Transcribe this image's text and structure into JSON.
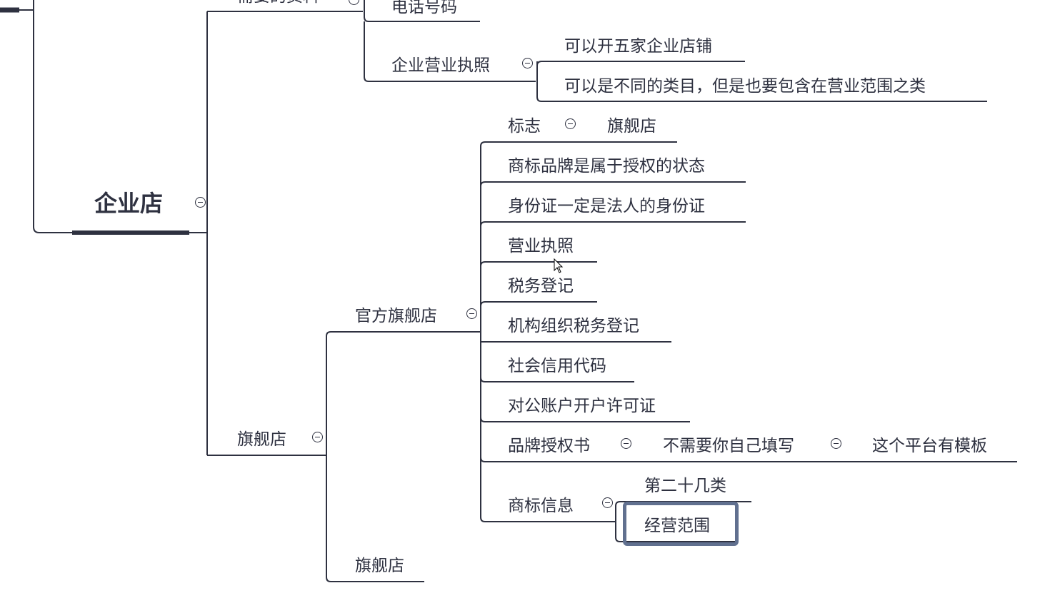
{
  "mindmap": {
    "root": "企业店",
    "materials": {
      "label": "需要的资料",
      "items": [
        "电话号码",
        "企业营业执照"
      ],
      "license_children": [
        "可以开五家企业店铺",
        "可以是不同的类目，但是也要包含在营业范围之类"
      ]
    },
    "flagship": {
      "label": "旗舰店",
      "official": {
        "label": "官方旗舰店",
        "items": [
          "标志",
          "旗舰店",
          "商标品牌是属于授权的状态",
          "身份证一定是法人的身份证",
          "营业执照",
          "税务登记",
          "机构组织税务登记",
          "社会信用代码",
          "对公账户开户许可证",
          "品牌授权书",
          "不需要你自己填写",
          "这个平台有模板",
          "商标信息",
          "第二十几类",
          "经营范围"
        ]
      },
      "other": "旗舰店"
    },
    "line_color": "#2e3140",
    "selection_color": "#61708f"
  }
}
